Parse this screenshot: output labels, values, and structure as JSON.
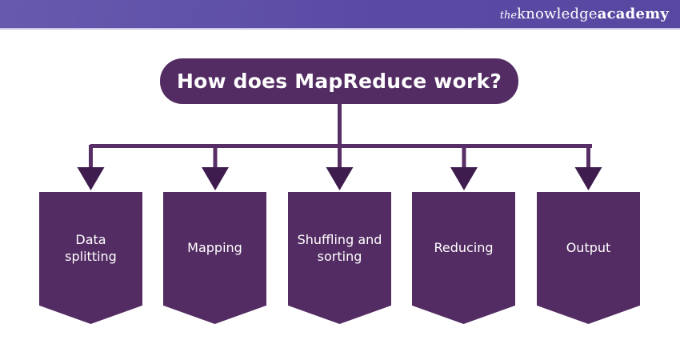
{
  "header": {
    "logo": {
      "the": "the",
      "knowledge": "knowledge",
      "academy": "academy"
    }
  },
  "diagram": {
    "title": "How does MapReduce work?",
    "steps": [
      {
        "label": "Data\nsplitting"
      },
      {
        "label": "Mapping"
      },
      {
        "label": "Shuffling and\nsorting"
      },
      {
        "label": "Reducing"
      },
      {
        "label": "Output"
      }
    ]
  },
  "colors": {
    "header_bar": "#5b4aa4",
    "header_underline": "#cdc7e6",
    "panel": "#532c63",
    "connector": "#572f66",
    "arrow": "#3e1d4e",
    "text_on_panel": "#ffffff",
    "background": "#ffffff"
  }
}
